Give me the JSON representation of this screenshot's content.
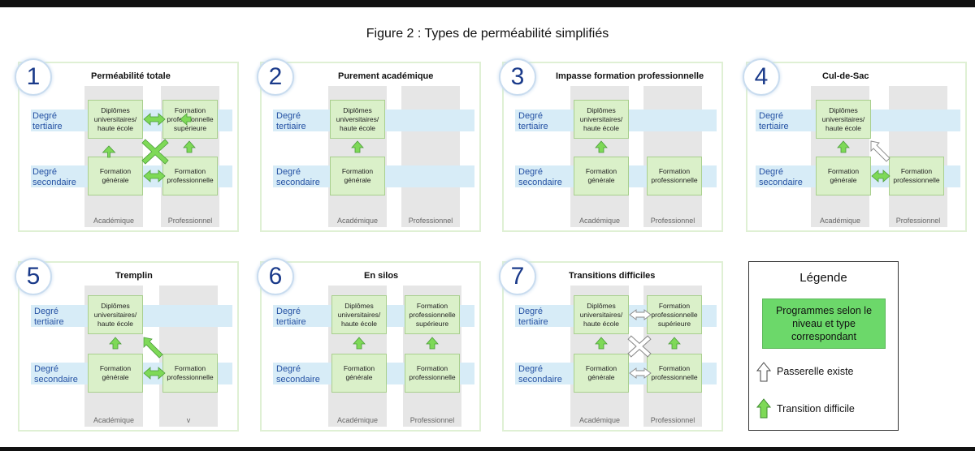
{
  "figure_title": "Figure 2 : Types de perméabilité simplifiés",
  "common": {
    "tertiary_level": "Degré tertiaire",
    "secondary_level": "Degré secondaire",
    "academic_column": "Académique",
    "professional_column": "Professionnel",
    "university_diploma": "Diplômes universitaires/ haute école",
    "general_education": "Formation générale",
    "higher_vocational": "Formation professionnelle supérieure",
    "vocational_training": "Formation professionnelle"
  },
  "panels": [
    {
      "number": "1",
      "title": "Perméabilité totale",
      "prof_column_label": "Professionnel"
    },
    {
      "number": "2",
      "title": "Purement académique",
      "prof_column_label": "Professionnel"
    },
    {
      "number": "3",
      "title": "Impasse formation professionnelle",
      "prof_column_label": "Professionnel"
    },
    {
      "number": "4",
      "title": "Cul-de-Sac",
      "prof_column_label": "Professionnel"
    },
    {
      "number": "5",
      "title": "Tremplin",
      "prof_column_label": "v"
    },
    {
      "number": "6",
      "title": "En silos",
      "prof_column_label": "Professionnel"
    },
    {
      "number": "7",
      "title": "Transitions difficiles",
      "prof_column_label": "Professionnel"
    }
  ],
  "legend": {
    "title": "Légende",
    "programs": "Programmes selon le niveau et type correspondant",
    "bridge_exists": "Passerelle existe",
    "difficult_transition": "Transition difficile"
  },
  "colors": {
    "difficult_arrow": "#7ed957",
    "bridge_arrow": "#ffffff",
    "box_fill": "#daf0c9",
    "band": "#d7ecf7",
    "number_text": "#1a3a8a"
  }
}
